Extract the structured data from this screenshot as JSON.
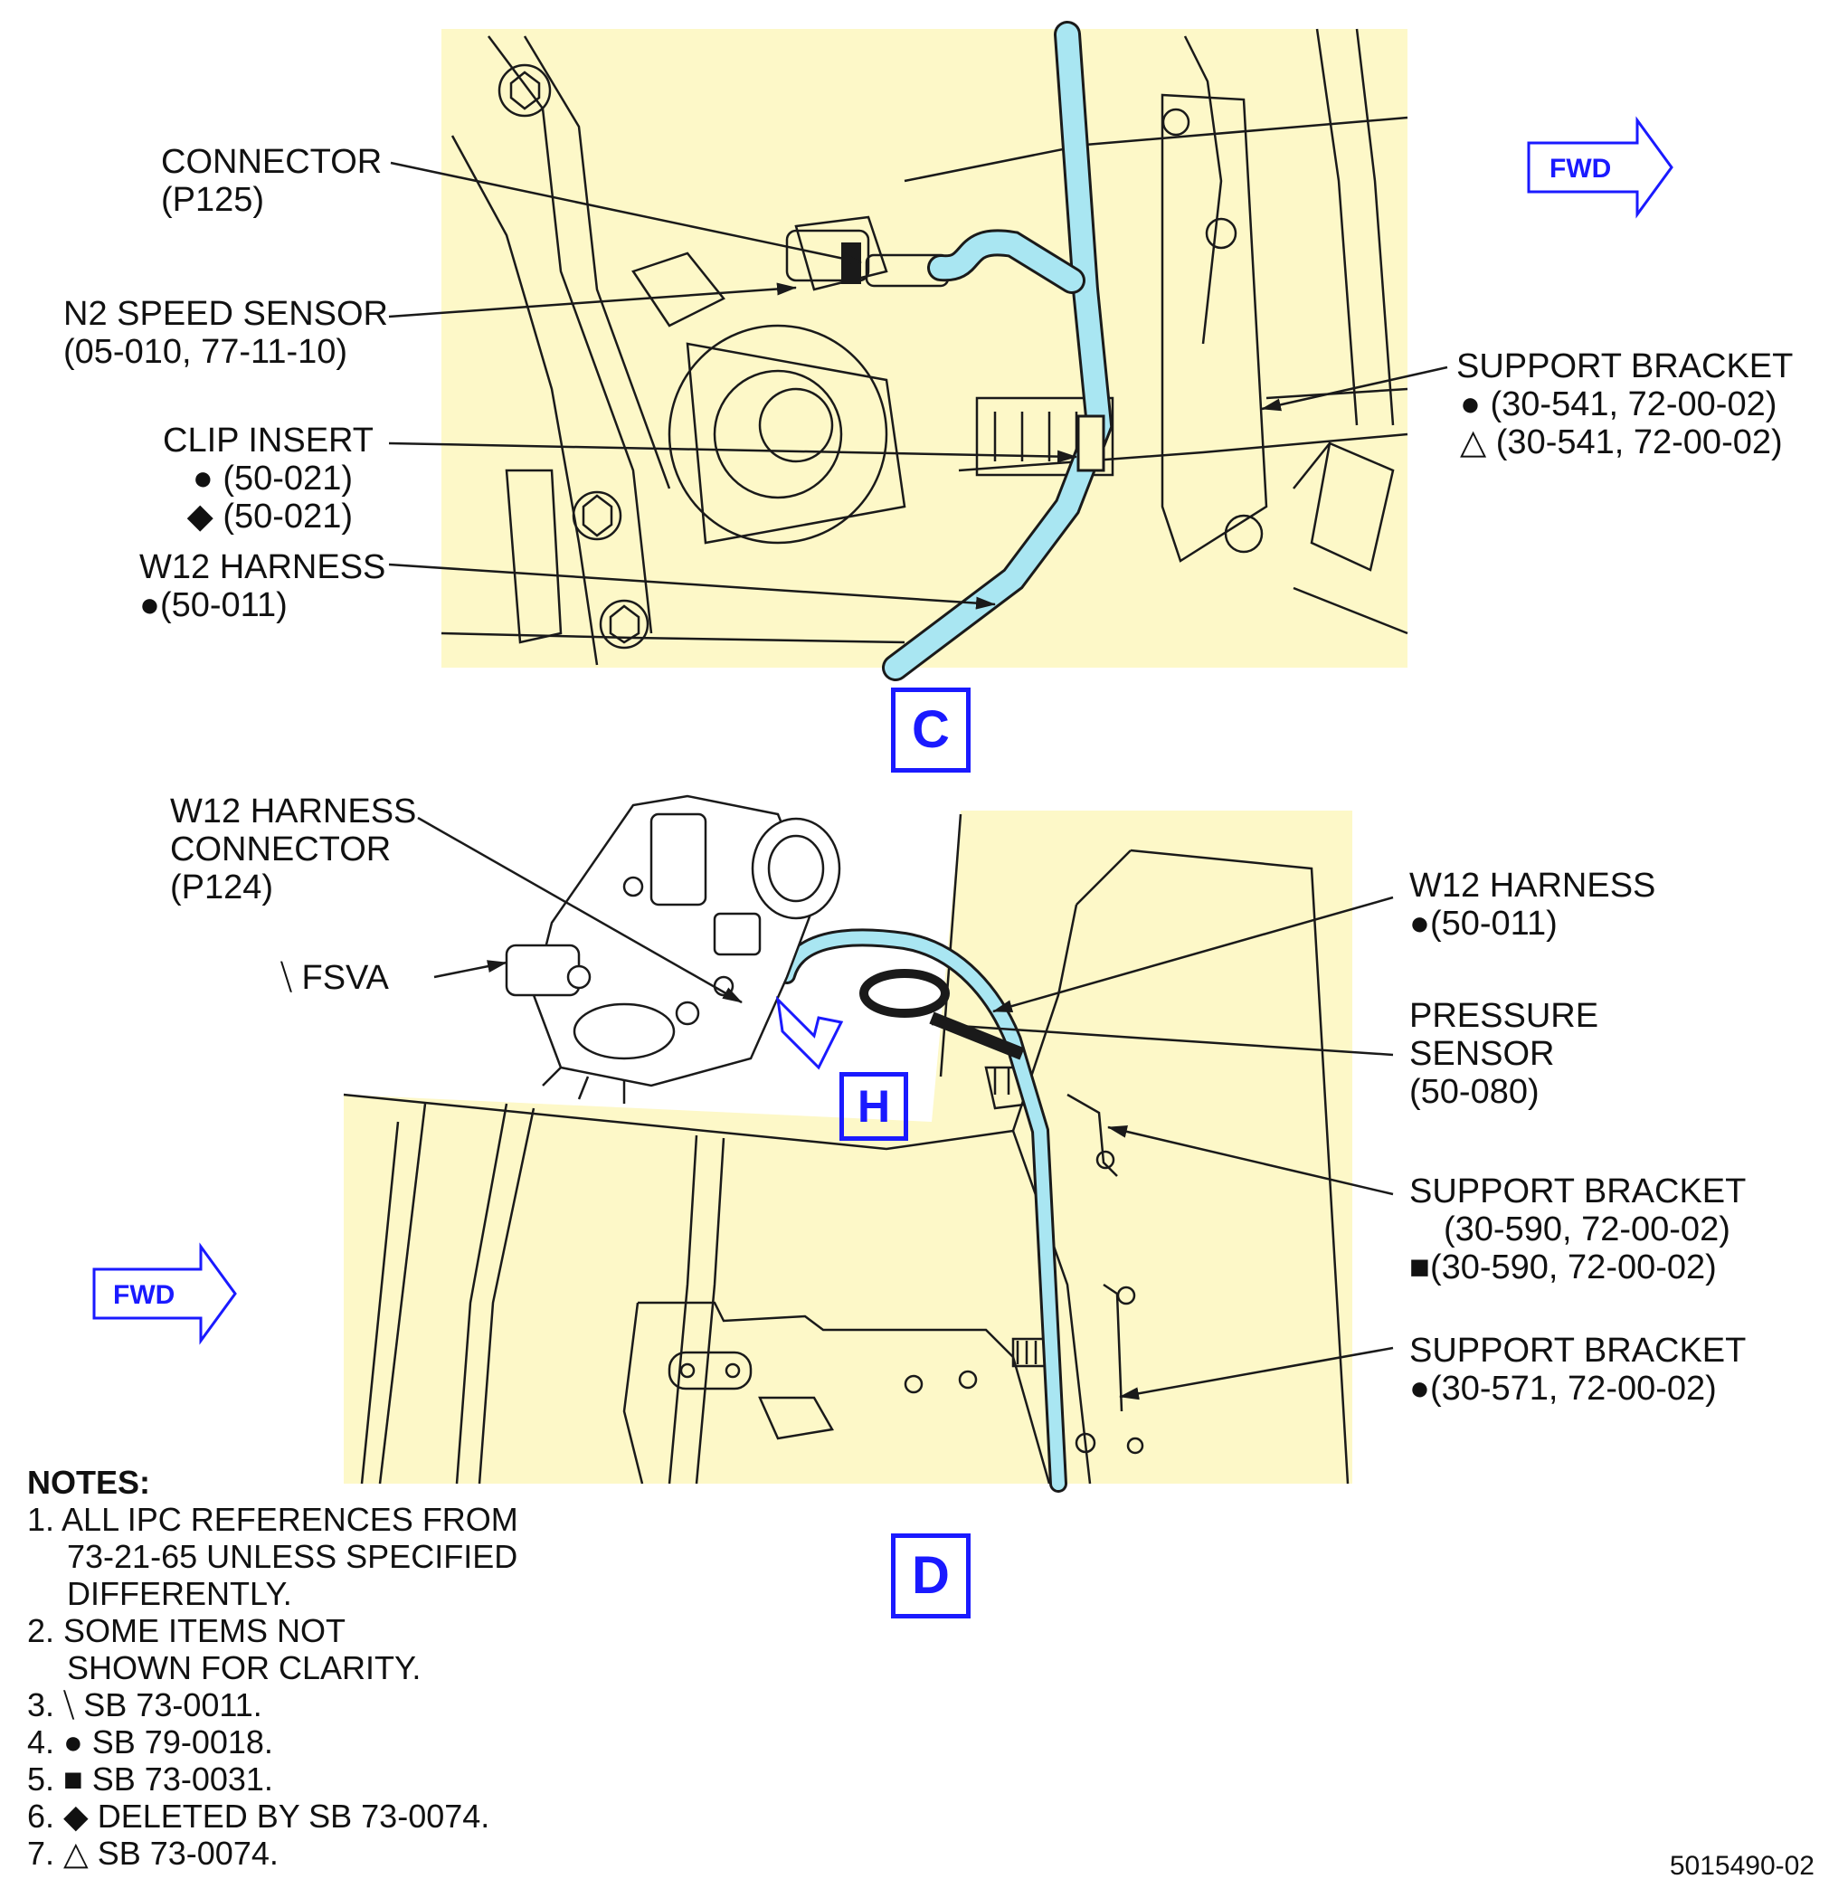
{
  "colors": {
    "panel_fill": "#fdf8c8",
    "harness": "#a9e6f2",
    "line": "#1a1a1a",
    "callout_blue": "#1a1aff"
  },
  "view_c": {
    "letter": "C",
    "fwd": "FWD",
    "labels": {
      "connector": [
        "CONNECTOR",
        "(P125)"
      ],
      "n2_sensor": [
        "N2 SPEED SENSOR",
        "(05-010, 77-11-10)"
      ],
      "clip_insert": [
        "CLIP INSERT",
        "● (50-021)",
        "◆ (50-021)"
      ],
      "w12_harness": [
        "W12 HARNESS",
        "●(50-011)"
      ],
      "support_bracket": [
        "SUPPORT BRACKET",
        "● (30-541, 72-00-02)",
        "△ (30-541, 72-00-02)"
      ]
    }
  },
  "view_d": {
    "letter": "D",
    "fwd": "FWD",
    "detail_callout": "H",
    "labels": {
      "w12_connector": [
        "W12 HARNESS",
        "CONNECTOR",
        "(P124)"
      ],
      "fsva": "⧹ FSVA",
      "w12_harness": [
        "W12 HARNESS",
        "●(50-011)"
      ],
      "pressure_sensor": [
        "PRESSURE",
        "SENSOR",
        "(50-080)"
      ],
      "support_bracket_590": [
        "SUPPORT BRACKET",
        "(30-590, 72-00-02)",
        "■(30-590, 72-00-02)"
      ],
      "support_bracket_571": [
        "SUPPORT BRACKET",
        "●(30-571, 72-00-02)"
      ]
    }
  },
  "notes": {
    "title": "NOTES:",
    "items": [
      [
        "1. ALL IPC REFERENCES FROM",
        "73-21-65 UNLESS SPECIFIED",
        "DIFFERENTLY."
      ],
      [
        "2. SOME ITEMS NOT",
        "SHOWN FOR CLARITY."
      ],
      [
        "3. ⧹ SB 73-0011."
      ],
      [
        "4. ● SB 79-0018."
      ],
      [
        "5. ■ SB 73-0031."
      ],
      [
        "6. ◆ DELETED BY SB 73-0074."
      ],
      [
        "7. △ SB 73-0074."
      ]
    ]
  },
  "figure_number": "5015490-02"
}
